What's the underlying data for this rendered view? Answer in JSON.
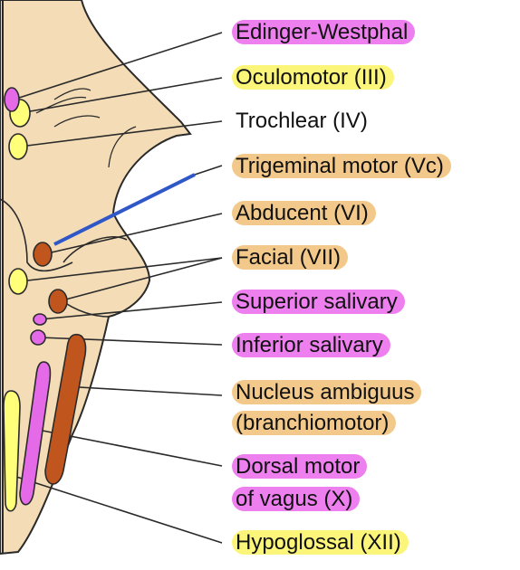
{
  "colors": {
    "brainstem": "#f3dcb6",
    "outline": "#2a2a2a",
    "motor_somatic": "#ffff7a",
    "branchiomotor": "#c0561e",
    "parasympathetic": "#e46ae8",
    "highlight_magenta": "#ee7fef",
    "highlight_yellow": "#fbf57a",
    "highlight_orange": "#f2c98a",
    "blue_line": "#2f57c8"
  },
  "labels": [
    {
      "id": "edinger-westphal",
      "text": "Edinger-Westphal",
      "highlight": "magenta"
    },
    {
      "id": "oculomotor",
      "text": "Oculomotor (III)",
      "highlight": "yellow"
    },
    {
      "id": "trochlear",
      "text": "Trochlear (IV)",
      "highlight": "none"
    },
    {
      "id": "trigeminal-motor",
      "text": "Trigeminal motor (Vc)",
      "highlight": "orange"
    },
    {
      "id": "abducent",
      "text": "Abducent (VI)",
      "highlight": "orange"
    },
    {
      "id": "facial",
      "text": "Facial (VII)",
      "highlight": "orange"
    },
    {
      "id": "superior-salivary",
      "text": "Superior salivary",
      "highlight": "magenta"
    },
    {
      "id": "inferior-salivary",
      "text": "Inferior salivary",
      "highlight": "magenta"
    },
    {
      "id": "nucleus-ambiguus-1",
      "text": "Nucleus ambiguus",
      "highlight": "orange"
    },
    {
      "id": "nucleus-ambiguus-2",
      "text": "(branchiomotor)",
      "highlight": "orange"
    },
    {
      "id": "dorsal-motor-1",
      "text": "Dorsal motor",
      "highlight": "magenta"
    },
    {
      "id": "dorsal-motor-2",
      "text": "of vagus (X)",
      "highlight": "magenta"
    },
    {
      "id": "hypoglossal",
      "text": "Hypoglossal (XII)",
      "highlight": "yellow"
    }
  ]
}
